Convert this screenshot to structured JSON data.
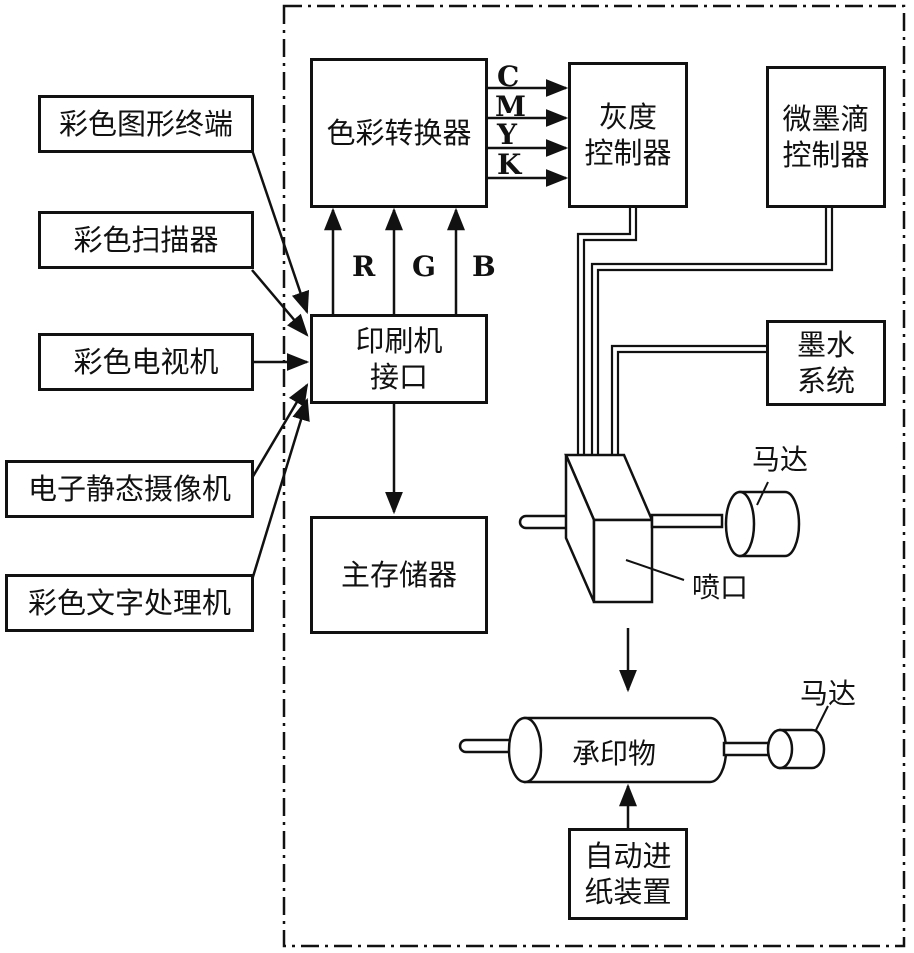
{
  "inputs": {
    "graphics_terminal": "彩色图形终端",
    "scanner": "彩色扫描器",
    "tv": "彩色电视机",
    "still_camera": "电子静态摄像机",
    "word_processor": "彩色文字处理机"
  },
  "blocks": {
    "color_converter": "色彩转换器",
    "gray_controller": "灰度\n控制器",
    "micro_drop_controller": "微墨滴\n控制器",
    "printer_interface": "印刷机\n接口",
    "main_memory": "主存储器",
    "ink_system": "墨水\n系统",
    "paper_feeder": "自动进\n纸装置"
  },
  "signals": {
    "cmyk": [
      "C",
      "M",
      "Y",
      "K"
    ],
    "rgb": [
      "R",
      "G",
      "B"
    ]
  },
  "labels": {
    "motor_top": "马达",
    "nozzle": "喷口",
    "substrate": "承印物",
    "motor_bottom": "马达"
  }
}
